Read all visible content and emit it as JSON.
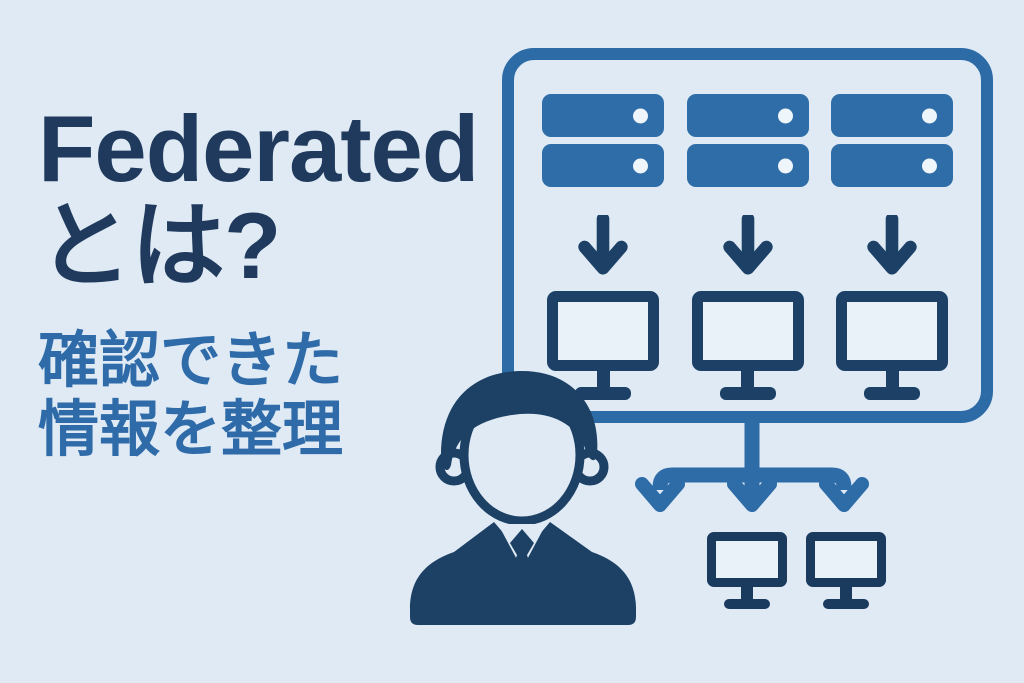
{
  "page": {
    "background_color": "#dfeaf5"
  },
  "title": {
    "line1": "Federated",
    "line2": "とは?",
    "color": "#1f3a5c"
  },
  "subtitle": {
    "line1": "確認できた",
    "line2": "情報を整理",
    "color": "#2e6ba8"
  },
  "diagram": {
    "frame_color": "#2d6ba6",
    "server_color": "#2e6da8",
    "device_color": "#1c4066",
    "small_device_color": "#1a3a5e",
    "flow_color": "#2e6ca8",
    "person_color": "#1d4065",
    "server_count": 3,
    "client_monitor_count": 3,
    "downstream_monitor_count": 2,
    "icons": [
      "server-icon",
      "arrow-down-icon",
      "monitor-icon",
      "branch-arrows-icon",
      "person-icon"
    ]
  }
}
